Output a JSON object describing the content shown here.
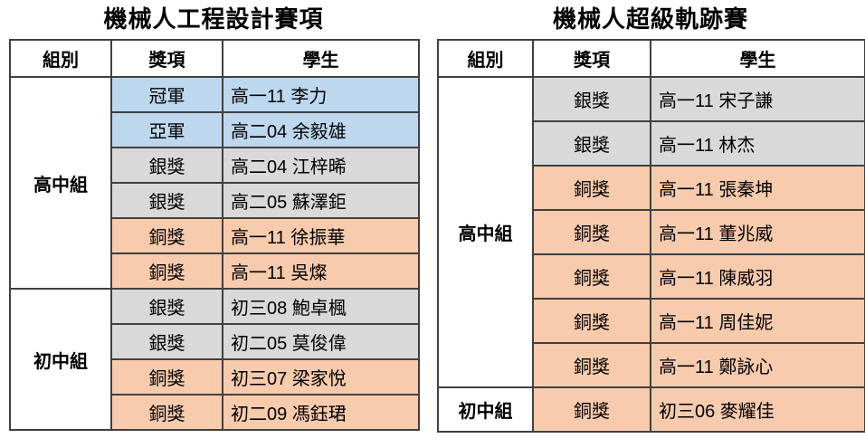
{
  "colors": {
    "champion_blue": "#BDD7EE",
    "silver_gray": "#D9D9D9",
    "bronze_orange": "#F8CBAD",
    "border": "#404040",
    "background": "#FFFFFF"
  },
  "tables": [
    {
      "title": "機械人工程設計賽項",
      "headers": [
        "組別",
        "獎項",
        "學生"
      ],
      "groups": [
        {
          "name": "高中組",
          "rows": [
            {
              "award": "冠軍",
              "student": "高一11 李力",
              "tone": "blue"
            },
            {
              "award": "亞軍",
              "student": "高二04 余毅雄",
              "tone": "blue"
            },
            {
              "award": "銀獎",
              "student": "高二04 江梓晞",
              "tone": "gray"
            },
            {
              "award": "銀獎",
              "student": "高二05 蘇澤鉅",
              "tone": "gray"
            },
            {
              "award": "銅獎",
              "student": "高一11 徐振華",
              "tone": "orange"
            },
            {
              "award": "銅獎",
              "student": "高一11 吳燦",
              "tone": "orange"
            }
          ]
        },
        {
          "name": "初中組",
          "rows": [
            {
              "award": "銀獎",
              "student": "初三08 鮑卓楓",
              "tone": "gray"
            },
            {
              "award": "銀獎",
              "student": "初二05 莫俊偉",
              "tone": "gray"
            },
            {
              "award": "銅獎",
              "student": "初三07 梁家悅",
              "tone": "orange"
            },
            {
              "award": "銅獎",
              "student": "初二09 馮鈺珺",
              "tone": "orange"
            }
          ]
        }
      ]
    },
    {
      "title": "機械人超級軌跡賽",
      "headers": [
        "組別",
        "獎項",
        "學生"
      ],
      "groups": [
        {
          "name": "高中組",
          "rows": [
            {
              "award": "銀獎",
              "student": "高一11 宋子謙",
              "tone": "gray"
            },
            {
              "award": "銀獎",
              "student": "高一11 林杰",
              "tone": "gray"
            },
            {
              "award": "銅獎",
              "student": "高一11 張秦坤",
              "tone": "orange"
            },
            {
              "award": "銅獎",
              "student": "高一11 董兆威",
              "tone": "orange"
            },
            {
              "award": "銅獎",
              "student": "高一11 陳威羽",
              "tone": "orange"
            },
            {
              "award": "銅獎",
              "student": "高一11 周佳妮",
              "tone": "orange"
            },
            {
              "award": "銅獎",
              "student": "高一11 鄭詠心",
              "tone": "orange"
            }
          ]
        },
        {
          "name": "初中組",
          "rows": [
            {
              "award": "銅獎",
              "student": "初三06 麥耀佳",
              "tone": "orange"
            }
          ]
        }
      ]
    }
  ]
}
